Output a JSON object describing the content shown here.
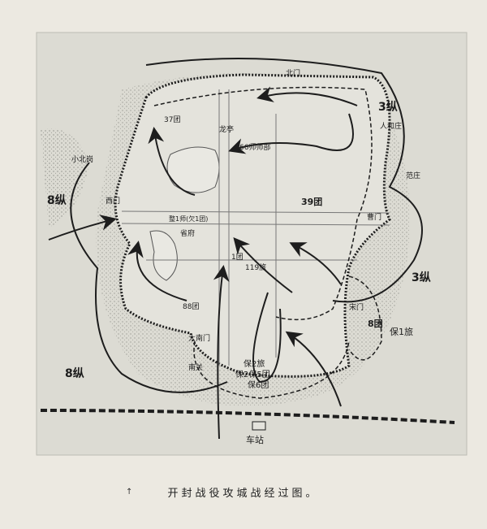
{
  "caption": "开封战役攻城战经过图。",
  "colors": {
    "paper": "#ece9e1",
    "map_bg": "#dcdbd3",
    "ink": "#1d1d1d",
    "stipple": "#9a9a94"
  },
  "labels": {
    "north_gate": "北门",
    "col3_top": "3纵",
    "renhe": "人和庄",
    "reg37": "37团",
    "longting": "龙亭",
    "div66_hq": "66师师部",
    "xiaobeigang": "小北岗",
    "west_gate": "西门",
    "col8_west": "8纵",
    "reg39": "39团",
    "fanzhuang": "范庄",
    "cao_gate": "曹门",
    "div_zheng1": "整1师(欠1团)",
    "provincial_gov": "省府",
    "reg1": "1团",
    "brig119": "119旅",
    "col3_east": "3纵",
    "reg88": "88团",
    "song_gate": "宋门",
    "reg8": "8团",
    "bao1": "保1旅",
    "south_gate": "大南门",
    "nanguan": "南关",
    "bao2": "保2旅",
    "bao2_bao5": "保2保5团",
    "bao6": "保6团",
    "col8_south": "8纵",
    "station": "车站"
  }
}
